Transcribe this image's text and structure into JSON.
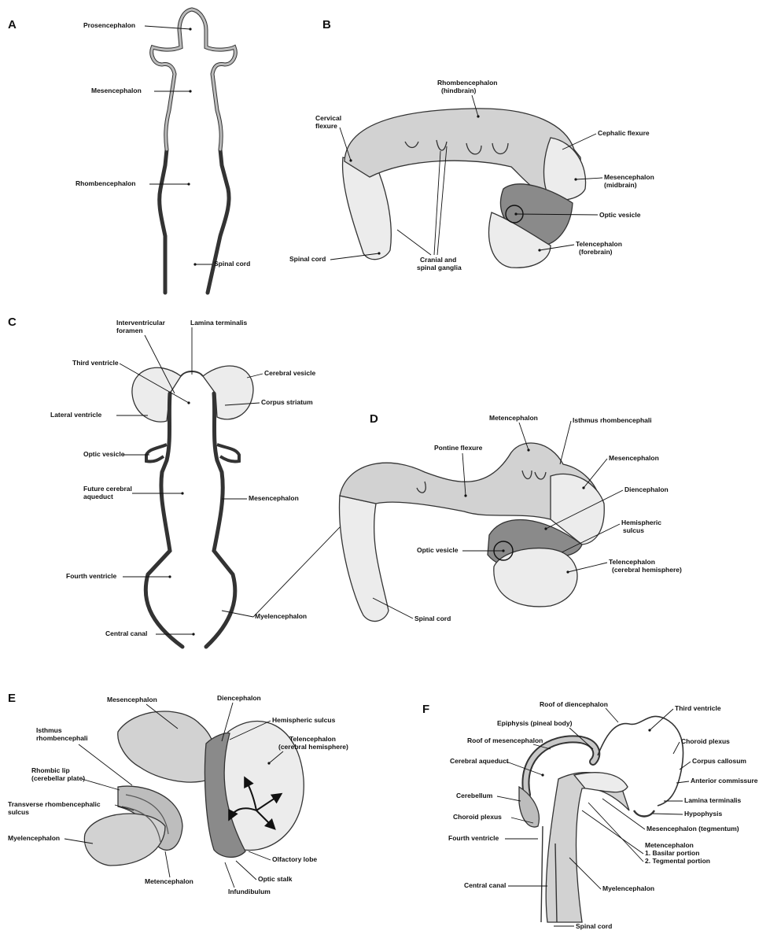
{
  "panels": {
    "A": {
      "label": "A",
      "prosencephalon": "Prosencephalon",
      "mesencephalon": "Mesencephalon",
      "rhombencephalon": "Rhombencephalon",
      "spinal_cord": "Spinal cord"
    },
    "B": {
      "label": "B",
      "rhombencephalon": "Rhombencephalon",
      "hindbrain": "(hindbrain)",
      "cervical": "Cervical",
      "flexure": "flexure",
      "cephalic_flexure": "Cephalic flexure",
      "mesencephalon": "Mesencephalon",
      "midbrain": "(midbrain)",
      "optic_vesicle": "Optic vesicle",
      "telencephalon": "Telencephalon",
      "forebrain": "(forebrain)",
      "spinal_cord": "Spinal cord",
      "cranial_and": "Cranial and",
      "spinal_ganglia": "spinal ganglia"
    },
    "C": {
      "label": "C",
      "interventricular": "Interventricular",
      "foramen": "foramen",
      "lamina_terminalis": "Lamina terminalis",
      "third_ventricle": "Third ventricle",
      "cerebral_vesicle": "Cerebral vesicle",
      "corpus_striatum": "Corpus striatum",
      "lateral_ventricle": "Lateral ventricle",
      "optic_vesicle": "Optic vesicle",
      "future_cerebral": "Future cerebral",
      "aqueduct": "aqueduct",
      "mesencephalon": "Mesencephalon",
      "fourth_ventricle": "Fourth ventricle",
      "myelencephalon": "Myelencephalon",
      "central_canal": "Central canal"
    },
    "D": {
      "label": "D",
      "metencephalon": "Metencephalon",
      "isthmus": "Isthmus rhombencephali",
      "pontine_flexure": "Pontine flexure",
      "mesencephalon": "Mesencephalon",
      "diencephalon": "Diencephalon",
      "hemispheric": "Hemispheric",
      "sulcus": "sulcus",
      "optic_vesicle": "Optic vesicle",
      "telencephalon": "Telencephalon",
      "cerebral_hemisphere": "(cerebral hemisphere)",
      "spinal_cord": "Spinal cord"
    },
    "E": {
      "label": "E",
      "mesencephalon": "Mesencephalon",
      "diencephalon": "Diencephalon",
      "isthmus_1": "Isthmus",
      "isthmus_2": "rhombencephali",
      "hemispheric_sulcus": "Hemispheric sulcus",
      "telencephalon": "Telencephalon",
      "cerebral_hemisphere": "(cerebral hemisphere)",
      "rhombic_lip": "Rhombic lip",
      "cerebellar_plate": "(cerebellar plate)",
      "transverse": "Transverse rhombencephalic",
      "sulcus": "sulcus",
      "myelencephalon": "Myelencephalon",
      "olfactory_lobe": "Olfactory lobe",
      "optic_stalk": "Optic stalk",
      "metencephalon": "Metencephalon",
      "infundibulum": "Infundibulum"
    },
    "F": {
      "label": "F",
      "roof_diencephalon": "Roof of diencephalon",
      "third_ventricle": "Third ventricle",
      "epiphysis": "Epiphysis (pineal body)",
      "roof_mesencephalon": "Roof of mesencephalon",
      "choroid_plexus_1": "Choroid plexus",
      "cerebral_aqueduct": "Cerebral aqueduct",
      "corpus_callosum": "Corpus callosum",
      "anterior_commissure": "Anterior commissure",
      "cerebellum": "Cerebellum",
      "lamina_terminalis": "Lamina terminalis",
      "hypophysis": "Hypophysis",
      "choroid_plexus_2": "Choroid plexus",
      "mesencephalon_tegmentum": "Mesencephalon (tegmentum)",
      "fourth_ventricle": "Fourth ventricle",
      "metencephalon": "Metencephalon",
      "basilar_portion": "1. Basilar portion",
      "tegmental_portion": "2. Tegmental portion",
      "central_canal": "Central canal",
      "myelencephalon": "Myelencephalon",
      "spinal_cord": "Spinal cord"
    }
  }
}
